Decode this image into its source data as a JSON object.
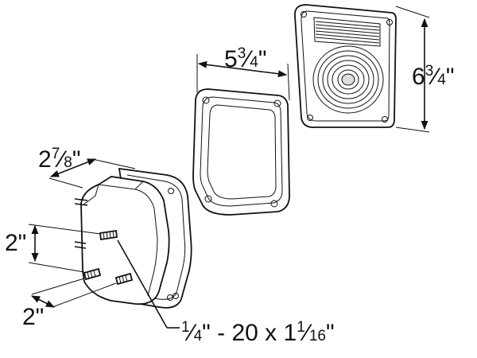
{
  "dimensions": {
    "lens_height": {
      "whole": "6",
      "num": "3",
      "den": "4",
      "unit": "\""
    },
    "gasket_width": {
      "whole": "5",
      "num": "3",
      "den": "4",
      "unit": "\""
    },
    "housing_depth": {
      "whole": "2",
      "num": "7",
      "den": "8",
      "unit": "\""
    },
    "stud_vertical": "2\"",
    "stud_horizontal": "2\""
  },
  "stud_spec": {
    "prefix_num": "1",
    "prefix_den": "4",
    "middle": "\" - 20 x 1",
    "len_num": "1",
    "len_den": "16",
    "unit": "\""
  }
}
